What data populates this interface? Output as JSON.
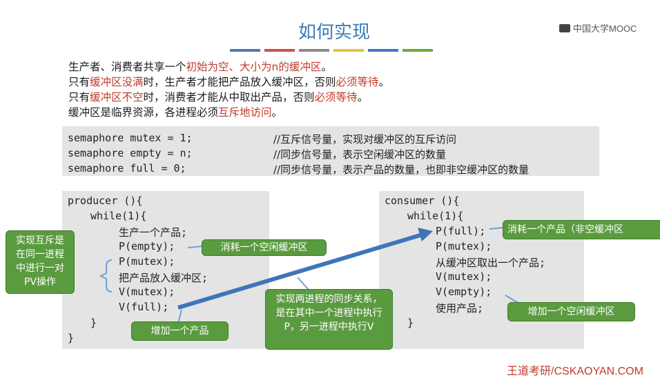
{
  "title": "如何实现",
  "brand": "中国大学MOOC",
  "color_bars": [
    "#4a7ab5",
    "#c9524a",
    "#8a8a8a",
    "#e3c23a",
    "#3f7ac0",
    "#6aaa3a"
  ],
  "intro": {
    "line1_a": "生产者、消费者共享一个",
    "line1_b": "初始为空、大小为n的缓冲区",
    "line1_c": "。",
    "line2_a": "只有",
    "line2_b": "缓冲区没满",
    "line2_c": "时，生产者才能把产品放入缓冲区，否则",
    "line2_d": "必须等待",
    "line2_e": "。",
    "line3_a": "只有",
    "line3_b": "缓冲区不空",
    "line3_c": "时，消费者才能从中取出产品，否则",
    "line3_d": "必须等待",
    "line3_e": "。",
    "line4_a": "缓冲区是临界资源，各进程必须",
    "line4_b": "互斥地访问",
    "line4_c": "。"
  },
  "semaphores": [
    {
      "code": "semaphore mutex = 1;",
      "comment": "//互斥信号量，实现对缓冲区的互斥访问"
    },
    {
      "code": "semaphore empty = n;",
      "comment": "//同步信号量，表示空闲缓冲区的数量"
    },
    {
      "code": "semaphore full = 0;",
      "comment": "//同步信号量，表示产品的数量，也即非空缓冲区的数量"
    }
  ],
  "producer": {
    "l1": "producer (){",
    "l2": "while(1){",
    "l3": "生产一个产品;",
    "l4": "P(empty);",
    "l5": "P(mutex);",
    "l6": "把产品放入缓冲区;",
    "l7": "V(mutex);",
    "l8": "V(full);",
    "l9": "}",
    "l10": "}"
  },
  "consumer": {
    "l1": "consumer (){",
    "l2": "while(1){",
    "l3": "P(full);",
    "l4": "P(mutex);",
    "l5": "从缓冲区取出一个产品;",
    "l6": "V(mutex);",
    "l7": "V(empty);",
    "l8": "使用产品;",
    "l9": "}"
  },
  "callouts": {
    "mutex_note": "实现互斥是在同一进程中进行一对PV操作",
    "consume_empty": "消耗一个空闲缓冲区",
    "add_product": "增加一个产品",
    "sync_note": "实现两进程的同步关系，是在其中一个进程中执行P，另一进程中执行V",
    "consume_product": "消耗一个产品（非空缓冲区",
    "add_empty": "增加一个空闲缓冲区"
  },
  "footer": "王道考研/CSKAOYAN.COM"
}
